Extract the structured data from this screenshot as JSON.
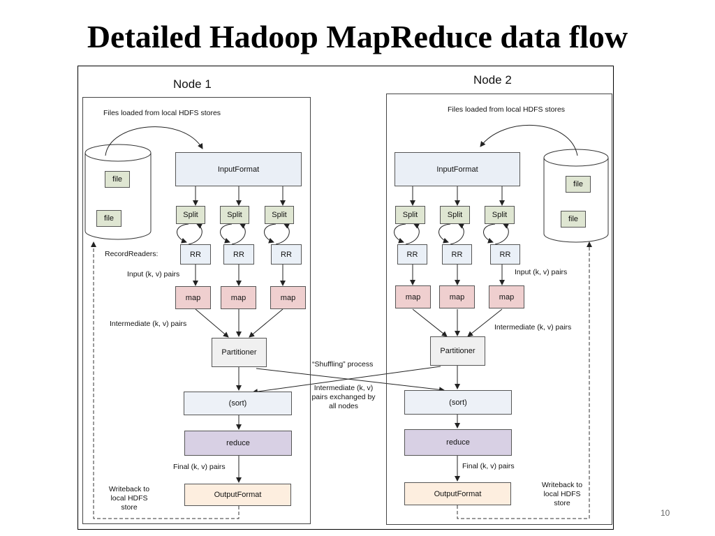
{
  "slide": {
    "title": "Detailed Hadoop MapReduce data flow",
    "page_number": "10"
  },
  "node1": {
    "label": "Node 1",
    "files_loaded": "Files loaded from local HDFS stores",
    "file_label": "file",
    "input_format": "InputFormat",
    "split": "Split",
    "record_readers": "RecordReaders:",
    "rr": "RR",
    "input_pairs": "Input (k, v) pairs",
    "map": "map",
    "intermediate_pairs": "Intermediate (k, v) pairs",
    "partitioner": "Partitioner",
    "sort": "(sort)",
    "reduce": "reduce",
    "final_pairs": "Final (k, v) pairs",
    "output_format": "OutputFormat",
    "writeback": "Writeback to local HDFS store"
  },
  "node2": {
    "label": "Node 2",
    "files_loaded": "Files loaded from local HDFS stores",
    "file_label": "file",
    "input_format": "InputFormat",
    "split": "Split",
    "rr": "RR",
    "input_pairs": "Input (k, v) pairs",
    "map": "map",
    "intermediate_pairs": "Intermediate (k, v) pairs",
    "partitioner": "Partitioner",
    "sort": "(sort)",
    "reduce": "reduce",
    "final_pairs": "Final (k, v) pairs",
    "output_format": "OutputFormat",
    "writeback": "Writeback to local HDFS store"
  },
  "shuffle": {
    "title": "“Shuffling” process",
    "description": "Intermediate (k, v) pairs exchanged by all nodes"
  }
}
